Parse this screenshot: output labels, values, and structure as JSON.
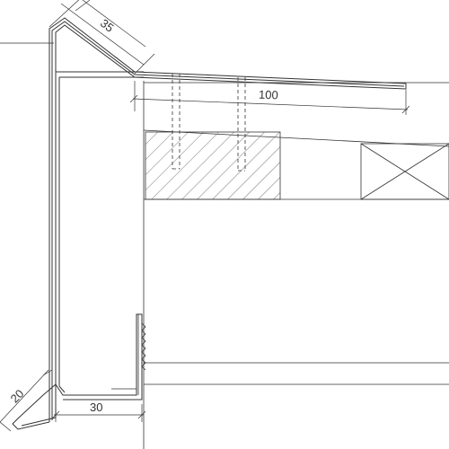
{
  "drawing": {
    "colors": {
      "line": "#333333",
      "hatch": "#555555",
      "background": "#ffffff"
    },
    "dimensions": {
      "top_flange": "35",
      "cover_width": "100",
      "drip_edge": "20",
      "bottom_return": "30"
    }
  }
}
